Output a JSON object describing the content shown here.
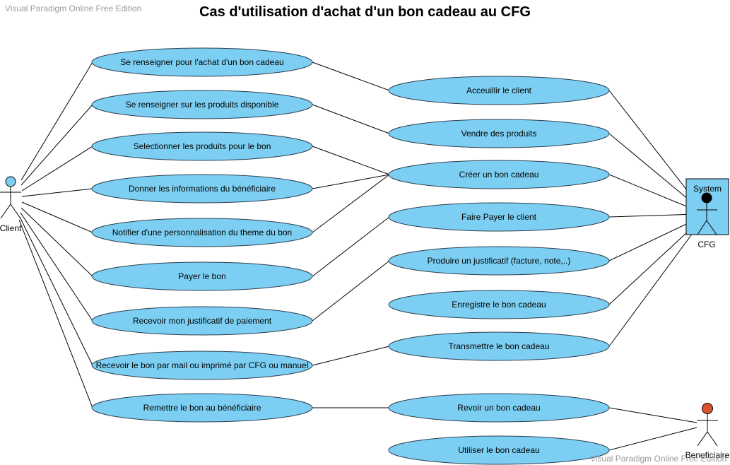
{
  "watermark_top": "Visual Paradigm Online Free Edition",
  "watermark_bottom": "Visual Paradigm Online Free Edition",
  "title": "Cas d'utilisation d'achat d'un bon cadeau au CFG",
  "colors": {
    "usecase_fill": "#7ccff2",
    "usecase_stroke": "#2c3e50",
    "system_fill": "#7ccff2",
    "client_head": "#7ccff2",
    "cfg_head": "#000000",
    "beneficiaire_head": "#d9532c"
  },
  "actors": {
    "client": "Client",
    "cfg": "CFG",
    "beneficiaire": "Beneficiaire"
  },
  "system_label": "System",
  "left_usecases": [
    "Se renseigner pour l'achat d'un bon cadeau",
    "Se renseigner sur les produits disponible",
    "Selectionner les produits pour le bon",
    "Donner les informations du bénéficiaire",
    "Notifier d'une personnalisation du theme du bon",
    "Payer le bon",
    "Recevoir mon justificatif de paiement",
    "Recevoir le bon par mail ou imprimé par CFG ou manuel",
    "Remettre le bon au bénéficiaire"
  ],
  "right_usecases": [
    "Acceuillir le client",
    "Vendre des produits",
    "Créer un bon cadeau",
    "Faire Payer le client",
    "Produire un justificatif (facture, note,..)",
    "Enregistre le bon cadeau",
    "Transmettre le bon cadeau",
    "Revoir un bon cadeau",
    "Utiliser le bon cadeau"
  ]
}
